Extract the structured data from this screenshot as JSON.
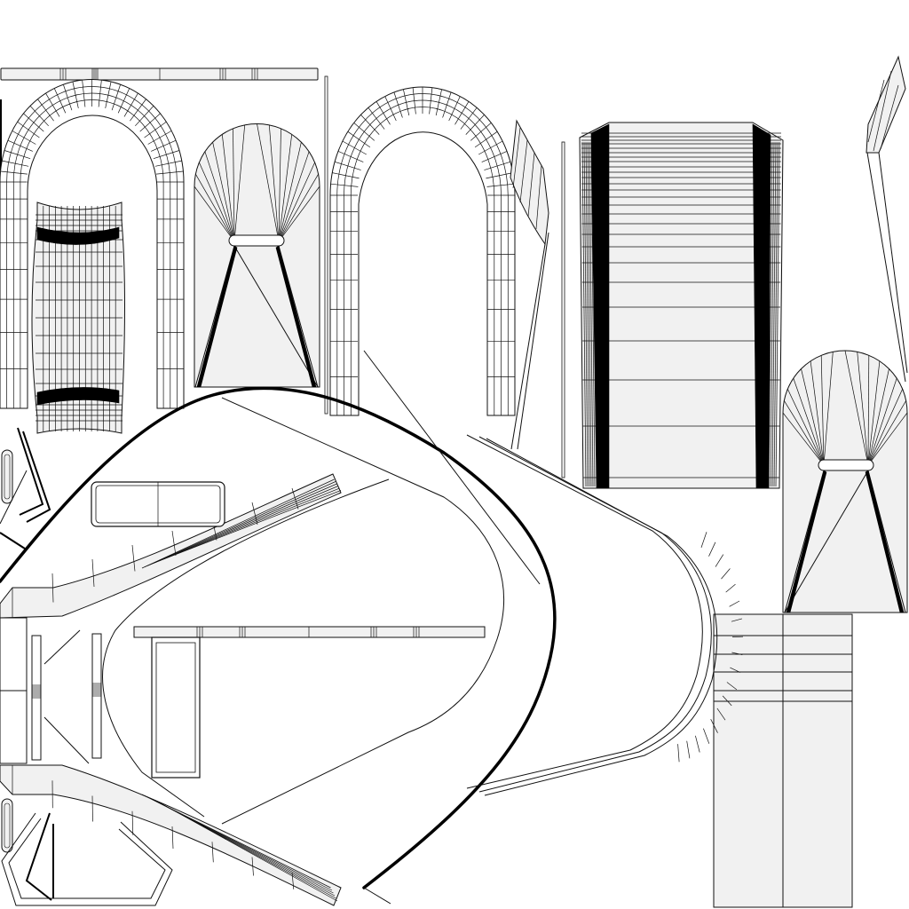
{
  "title": "",
  "colors": {
    "background": "#ffffff",
    "panel_fill": "#f1f1f1",
    "line": "#111111",
    "dense_line": "#000000"
  },
  "islands": [
    "top-strip-left",
    "left-arch",
    "left-pillow-grid",
    "left-fan-panel",
    "left-thin-bar",
    "middle-arch",
    "middle-blade",
    "middle-thin-bar",
    "right-tapered-panel",
    "right-blade",
    "right-fan-panel",
    "bottom-right-panel",
    "large-loop-shape",
    "curved-strip-upper",
    "curved-strip-lower",
    "long-curved-rail",
    "mid-horizontal-strip",
    "rounded-rect",
    "inner-rect",
    "small-capsules",
    "bottom-left-hexagon",
    "left-hooks"
  ]
}
